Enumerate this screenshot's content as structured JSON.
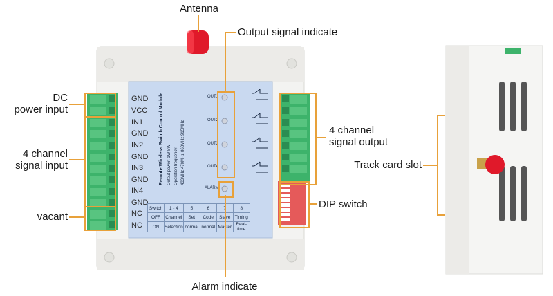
{
  "callouts": {
    "antenna": "Antenna",
    "output_signal_indicate": "Output signal indicate",
    "dc_power_input_line1": "DC",
    "dc_power_input_line2": "power input",
    "channel_signal_input_line1": "4 channel",
    "channel_signal_input_line2": "signal input",
    "vacant": "vacant",
    "channel_signal_output_line1": "4 channel",
    "channel_signal_output_line2": "signal output",
    "dip_switch": "DIP switch",
    "alarm_indicate": "Alarm indicate",
    "track_card_slot": "Track card slot"
  },
  "pin_labels": [
    "GND",
    "VCC",
    "IN1",
    "GND",
    "IN2",
    "GND",
    "IN3",
    "GND",
    "IN4",
    "GND",
    "NC",
    "NC"
  ],
  "board": {
    "title": "Remote Wireless Switch Control Module",
    "spec_power": "Output power: 1W  5W",
    "spec_freq_label": "Operation frequency:",
    "spec_freq_values": "433MHz  470MHz  868MHz  915MHz",
    "out_labels": [
      "OUT1",
      "OUT2",
      "OUT3",
      "OUT4"
    ],
    "alarm_label": "ALARM"
  },
  "dip_table": {
    "rows": [
      [
        "Switch",
        "1 - 4",
        "5",
        "6",
        "7",
        "8"
      ],
      [
        "OFF",
        "Channel",
        "Set",
        "Code",
        "Slave",
        "Timing"
      ],
      [
        "ON",
        "Selection",
        "normal",
        "normal",
        "Master",
        "Real-time"
      ]
    ]
  },
  "colors": {
    "accent_lines": "#e8a13a",
    "terminal_green": "#3db36b",
    "panel_blue": "#c9d9f0",
    "antenna_red": "#e0192a",
    "housing": "#f3f3f1"
  }
}
